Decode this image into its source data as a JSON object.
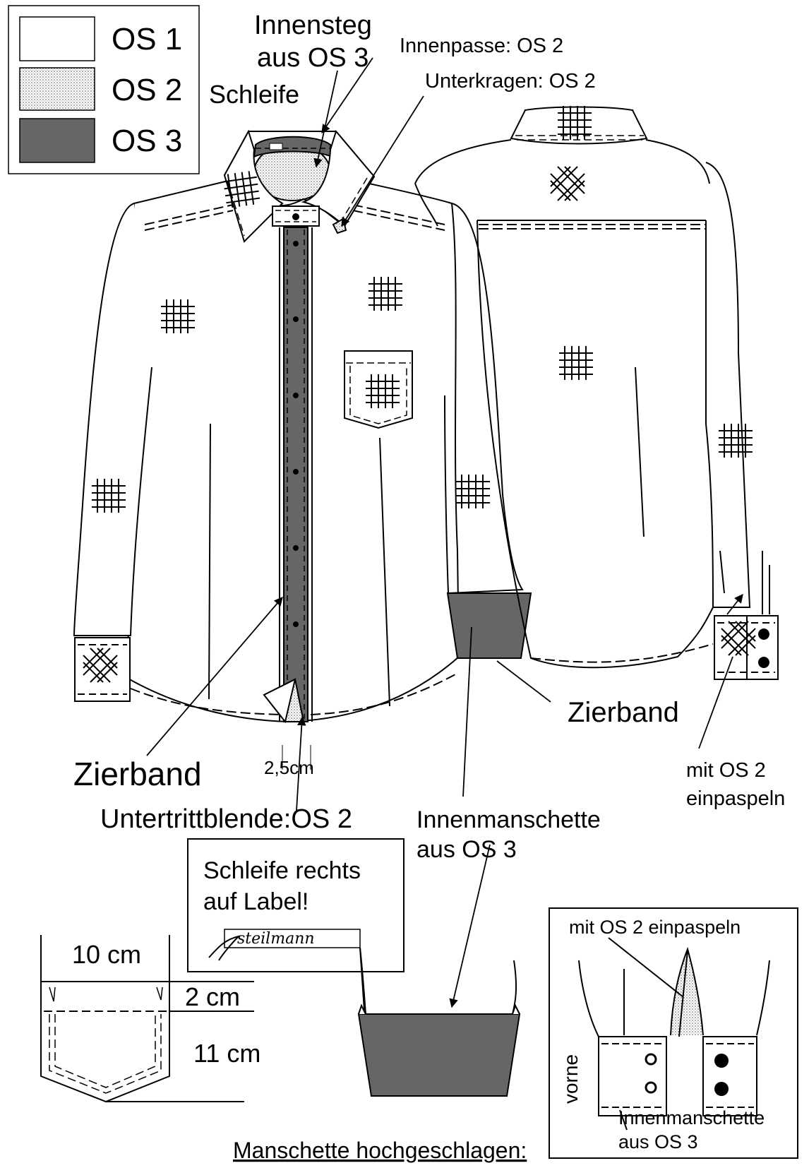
{
  "legend": [
    {
      "label": "OS 1",
      "fill": "#ffffff"
    },
    {
      "label": "OS 2",
      "fill": "dotted"
    },
    {
      "label": "OS 3",
      "fill": "#666666"
    }
  ],
  "colors": {
    "os3": "#666666",
    "ink": "#000000",
    "paper": "#ffffff"
  },
  "labels": {
    "innensteg_1": "Innensteg",
    "innensteg_2": "aus OS 3",
    "innenpasse": "Innenpasse: OS 2",
    "unterkragen": "Unterkragen: OS 2",
    "schleife": "Schleife",
    "zierband_left": "Zierband",
    "zierband_right": "Zierband",
    "width_25": "2,5cm",
    "untertrittblende": "Untertrittblende:OS 2",
    "innenmanschette_1": "Innenmanschette",
    "innenmanschette_2": "aus OS 3",
    "einpaspeln_1": "mit OS 2",
    "einpaspeln_2": "einpaspeln",
    "schleife_note_1": "Schleife rechts",
    "schleife_note_2": "auf Label!",
    "manschette_hochgeschlagen": "Manschette hochgeschlagen:",
    "detail_einpaspeln": "mit OS 2 einpaspeln",
    "detail_vorne": "vorne",
    "detail_innenmanschette_1": "Innenmanschette",
    "detail_innenmanschette_2": "aus OS 3"
  },
  "label_text": "steilmann",
  "pocket": {
    "width": "10 cm",
    "flap": "2 cm",
    "height": "11 cm"
  },
  "icons": [
    "checker-stitch-icon",
    "button-icon",
    "arrow-icon"
  ]
}
